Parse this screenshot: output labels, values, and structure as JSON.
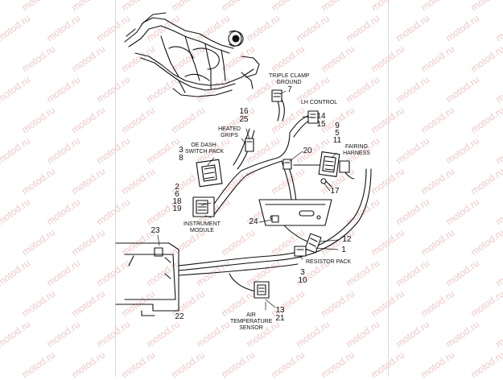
{
  "watermark": "motod.ru",
  "callouts": {
    "triple_clamp_ground_line1": "TRIPLE CLAMP",
    "triple_clamp_ground_line2": "GROUND",
    "n7": "7",
    "lh_control": "LH CONTROL",
    "n14": "14",
    "n15": "15",
    "n16": "16",
    "n25": "25",
    "heated_grips_line1": "HEATED",
    "heated_grips_line2": "GRIPS",
    "n9": "9",
    "n5": "5",
    "n11": "11",
    "fairing_harness_line1": "FAIRING",
    "fairing_harness_line2": "HARNESS",
    "n3a": "3",
    "n8": "8",
    "oe_dash_line1": "OE DASH",
    "oe_dash_line2": "SWITCH PACK",
    "n20": "20",
    "n2": "2",
    "n6": "6",
    "n18": "18",
    "n19": "19",
    "n17": "17",
    "instrument_module_line1": "INSTRUMENT",
    "instrument_module_line2": "MODULE",
    "n24": "24",
    "n23": "23",
    "n12": "12",
    "n1": "1",
    "resistor_pack": "RESISTOR PACK",
    "n3b": "3",
    "n10": "10",
    "air_temp_line1": "AIR",
    "air_temp_line2": "TEMPERATURE",
    "air_temp_line3": "SENSOR",
    "n13": "13",
    "n21": "21",
    "n22": "22"
  }
}
